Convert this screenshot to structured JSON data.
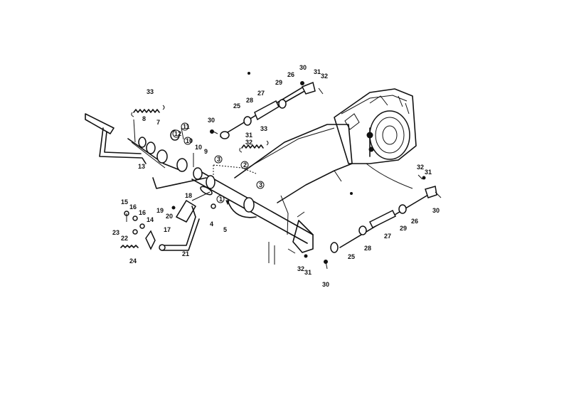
{
  "callouts": [
    {
      "id": "c33a",
      "text": "33"
    },
    {
      "id": "c8",
      "text": "8"
    },
    {
      "id": "c7",
      "text": "7"
    },
    {
      "id": "c11",
      "text": "11"
    },
    {
      "id": "c12",
      "text": "12"
    },
    {
      "id": "c10a",
      "text": "10"
    },
    {
      "id": "c10b",
      "text": "10"
    },
    {
      "id": "c13",
      "text": "13"
    },
    {
      "id": "c9",
      "text": "9"
    },
    {
      "id": "c3a",
      "text": "3"
    },
    {
      "id": "c2",
      "text": "2"
    },
    {
      "id": "c3b",
      "text": "3"
    },
    {
      "id": "c1",
      "text": "1"
    },
    {
      "id": "c4",
      "text": "4"
    },
    {
      "id": "c5",
      "text": "5"
    },
    {
      "id": "c30a",
      "text": "30"
    },
    {
      "id": "c25a",
      "text": "25"
    },
    {
      "id": "c28a",
      "text": "28"
    },
    {
      "id": "c27a",
      "text": "27"
    },
    {
      "id": "c29a",
      "text": "29"
    },
    {
      "id": "c26a",
      "text": "26"
    },
    {
      "id": "c30b",
      "text": "30"
    },
    {
      "id": "c31a",
      "text": "31"
    },
    {
      "id": "c32a",
      "text": "32"
    },
    {
      "id": "c31b",
      "text": "31"
    },
    {
      "id": "c32b",
      "text": "32"
    },
    {
      "id": "c33b",
      "text": "33"
    },
    {
      "id": "c15",
      "text": "15"
    },
    {
      "id": "c16a",
      "text": "16"
    },
    {
      "id": "c16b",
      "text": "16"
    },
    {
      "id": "c14",
      "text": "14"
    },
    {
      "id": "c23",
      "text": "23"
    },
    {
      "id": "c22",
      "text": "22"
    },
    {
      "id": "c17",
      "text": "17"
    },
    {
      "id": "c24",
      "text": "24"
    },
    {
      "id": "c19",
      "text": "19"
    },
    {
      "id": "c20",
      "text": "20"
    },
    {
      "id": "c18",
      "text": "18"
    },
    {
      "id": "c21",
      "text": "21"
    },
    {
      "id": "c32c",
      "text": "32"
    },
    {
      "id": "c31c",
      "text": "31"
    },
    {
      "id": "c30c",
      "text": "30"
    },
    {
      "id": "c25b",
      "text": "25"
    },
    {
      "id": "c28b",
      "text": "28"
    },
    {
      "id": "c27b",
      "text": "27"
    },
    {
      "id": "c29b",
      "text": "29"
    },
    {
      "id": "c26b",
      "text": "26"
    },
    {
      "id": "c32d",
      "text": "32"
    },
    {
      "id": "c31d",
      "text": "31"
    },
    {
      "id": "c30d",
      "text": "30"
    }
  ]
}
